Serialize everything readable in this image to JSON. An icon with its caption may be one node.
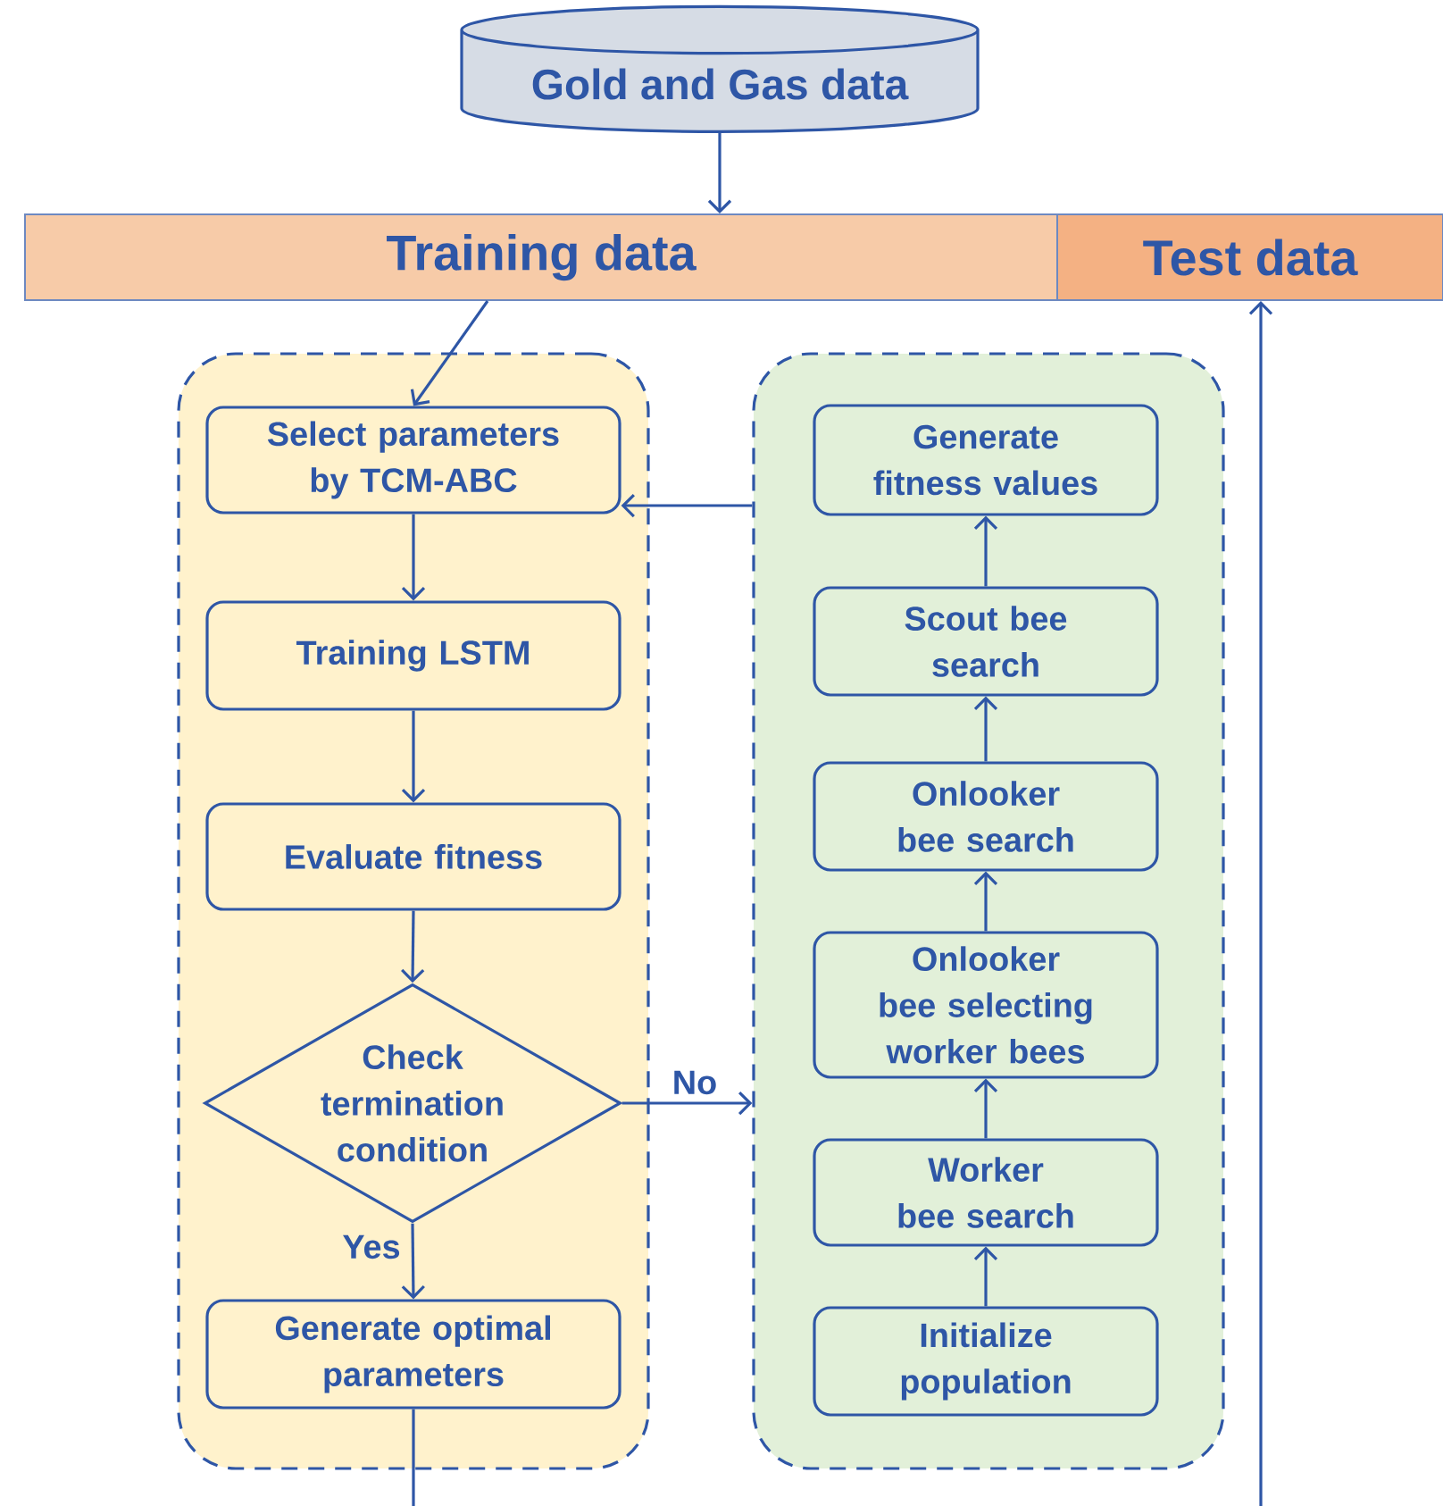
{
  "diagram": {
    "nodes": [
      {
        "text": [
          "Gold and Gas data"
        ]
      },
      {
        "text": [
          "Training data"
        ]
      },
      {
        "text": [
          "Test data"
        ]
      },
      {
        "text": [],
        "shape": "box"
      },
      {
        "text": [
          "Select parameters by TCM-ABC"
        ],
        "in": 3
      },
      {
        "text": [
          "Training LSTM"
        ],
        "in": 3
      },
      {
        "text": [
          "Evaluate fitness"
        ],
        "in": 3
      },
      {
        "text": [
          "Check termination condition"
        ],
        "in": 3
      },
      {
        "text": [
          "Generate optimal parameters"
        ],
        "in": 3
      },
      {
        "text": [],
        "shape": "box"
      },
      {
        "text": [
          "Generate fitness values"
        ],
        "in": 9
      },
      {
        "text": [
          "Scout bee search"
        ],
        "in": 9
      },
      {
        "text": [
          "Onlooker bee search"
        ],
        "in": 9
      },
      {
        "text": [
          "Onlooker bee selecting worker bees"
        ],
        "in": 9
      },
      {
        "text": [
          "Worker bee search"
        ],
        "in": 9
      },
      {
        "text": [
          "Initialize population"
        ],
        "in": 9
      }
    ],
    "edges": [
      {
        "from": 0,
        "to": 1,
        "arrow": "to"
      },
      {
        "from": 1,
        "to": 4,
        "arrow": "to"
      },
      {
        "from": 4,
        "to": 5,
        "arrow": "to"
      },
      {
        "from": 5,
        "to": 6,
        "arrow": "to"
      },
      {
        "from": 6,
        "to": 7,
        "arrow": "to"
      },
      {
        "from": 7,
        "to": 8,
        "arrow": "to",
        "label": "Yes"
      },
      {
        "from": 7,
        "to": 9,
        "arrow": "to",
        "label": "No"
      },
      {
        "from": 9,
        "to": 4,
        "arrow": "to"
      },
      {
        "from": 15,
        "to": 14,
        "arrow": "to"
      },
      {
        "from": 14,
        "to": 13,
        "arrow": "to"
      },
      {
        "from": 13,
        "to": 12,
        "arrow": "to"
      },
      {
        "from": 12,
        "to": 11,
        "arrow": "to"
      },
      {
        "from": 11,
        "to": 10,
        "arrow": "to"
      },
      {
        "from": 8,
        "to": null,
        "arrow": "none"
      },
      {
        "from": null,
        "to": 2,
        "arrow": "to"
      }
    ]
  }
}
